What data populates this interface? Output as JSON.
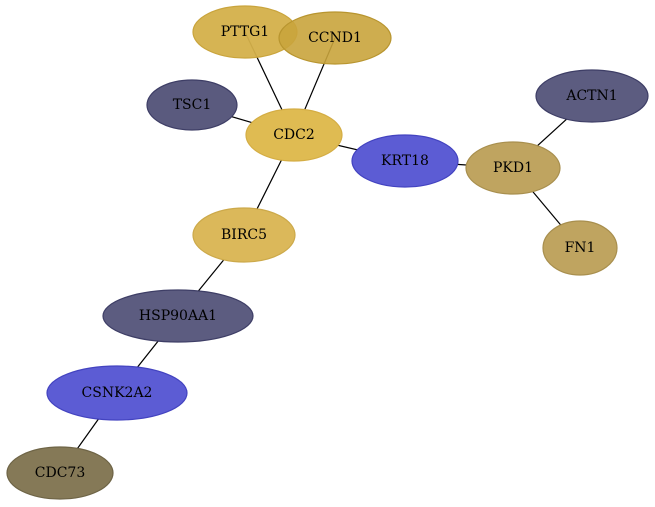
{
  "network": {
    "nodes": [
      {
        "id": "PTTG1",
        "label": "PTTG1",
        "fill": "#d4b04a",
        "stroke": "#c9a43c",
        "opacity": 0.95
      },
      {
        "id": "CCND1",
        "label": "CCND1",
        "fill": "#c9a43c",
        "stroke": "#b8952f",
        "opacity": 0.9
      },
      {
        "id": "TSC1",
        "label": "TSC1",
        "fill": "#5a5a7e",
        "stroke": "#3e3e66",
        "opacity": 1
      },
      {
        "id": "CDC2",
        "label": "CDC2",
        "fill": "#dfbb52",
        "stroke": "#d4ad44",
        "opacity": 1
      },
      {
        "id": "KRT18",
        "label": "KRT18",
        "fill": "#5c5cd4",
        "stroke": "#4343c0",
        "opacity": 1
      },
      {
        "id": "PKD1",
        "label": "PKD1",
        "fill": "#bfa460",
        "stroke": "#a88f4e",
        "opacity": 1
      },
      {
        "id": "ACTN1",
        "label": "ACTN1",
        "fill": "#5c5c80",
        "stroke": "#3e3e66",
        "opacity": 1
      },
      {
        "id": "FN1",
        "label": "FN1",
        "fill": "#bfa460",
        "stroke": "#a88f4e",
        "opacity": 1
      },
      {
        "id": "BIRC5",
        "label": "BIRC5",
        "fill": "#dbb85a",
        "stroke": "#cca94a",
        "opacity": 1
      },
      {
        "id": "HSP90AA1",
        "label": "HSP90AA1",
        "fill": "#5c5c80",
        "stroke": "#3e3e66",
        "opacity": 1
      },
      {
        "id": "CSNK2A2",
        "label": "CSNK2A2",
        "fill": "#5c5cd4",
        "stroke": "#4343c0",
        "opacity": 1
      },
      {
        "id": "CDC73",
        "label": "CDC73",
        "fill": "#857957",
        "stroke": "#6e6446",
        "opacity": 1
      }
    ],
    "edges": [
      {
        "from": "PTTG1",
        "to": "CDC2"
      },
      {
        "from": "CCND1",
        "to": "CDC2"
      },
      {
        "from": "TSC1",
        "to": "CDC2"
      },
      {
        "from": "CDC2",
        "to": "KRT18"
      },
      {
        "from": "CDC2",
        "to": "BIRC5"
      },
      {
        "from": "KRT18",
        "to": "PKD1"
      },
      {
        "from": "PKD1",
        "to": "ACTN1"
      },
      {
        "from": "PKD1",
        "to": "FN1"
      },
      {
        "from": "BIRC5",
        "to": "HSP90AA1"
      },
      {
        "from": "HSP90AA1",
        "to": "CSNK2A2"
      },
      {
        "from": "CSNK2A2",
        "to": "CDC73"
      }
    ]
  }
}
